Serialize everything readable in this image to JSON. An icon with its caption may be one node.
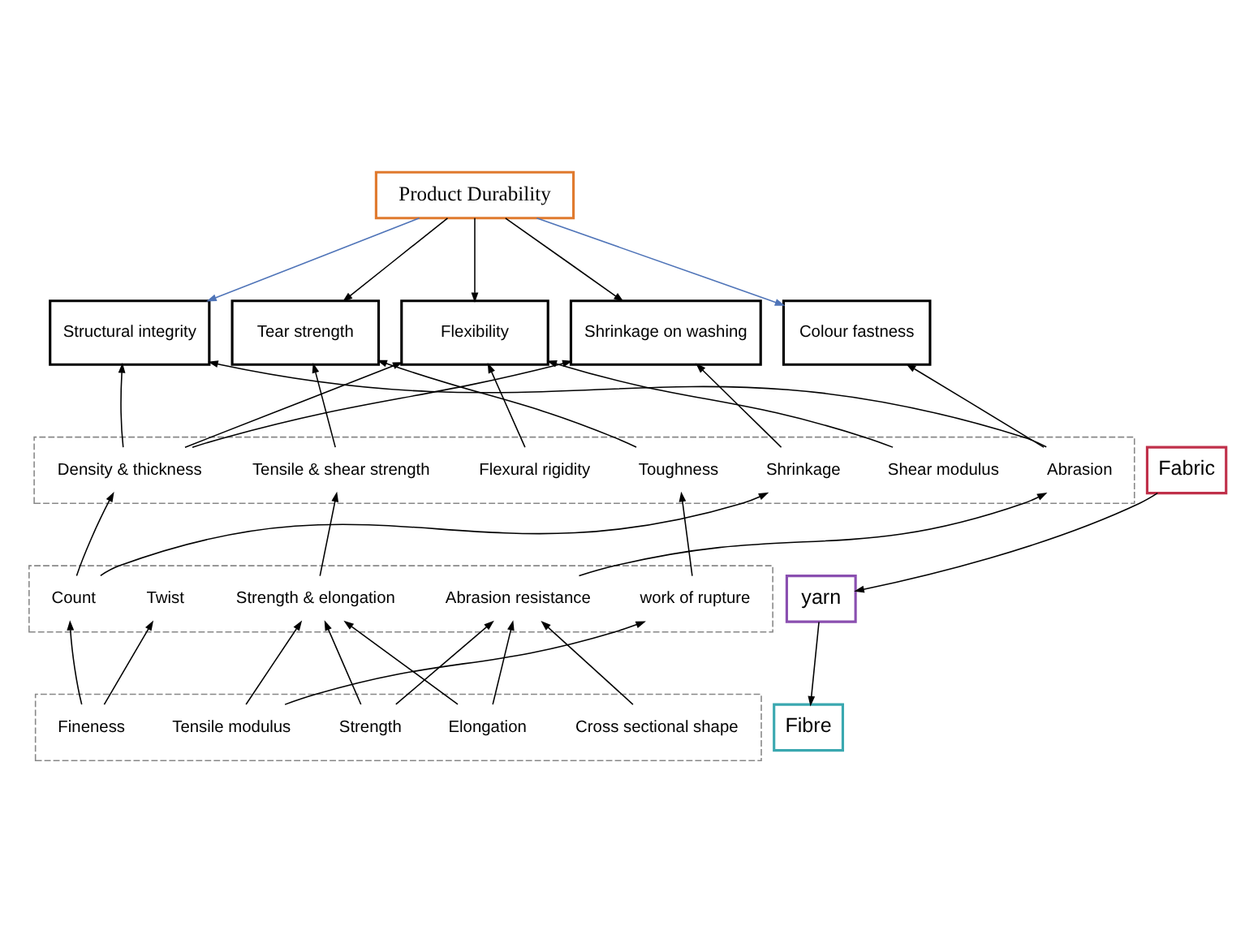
{
  "diagram": {
    "nodes": [
      {
        "text": [
          "Product Durability"
        ]
      },
      {
        "text": [
          "Structural integrity"
        ]
      },
      {
        "text": [
          "Tear strength"
        ]
      },
      {
        "text": [
          "Flexibility"
        ]
      },
      {
        "text": [
          "Shrinkage on washing"
        ]
      },
      {
        "text": [
          "Colour fastness"
        ]
      },
      {
        "text": [
          "Fabric"
        ]
      },
      {
        "text": [],
        "shape": "box"
      },
      {
        "text": [
          "Density & thickness"
        ],
        "in": 7
      },
      {
        "text": [
          "Tensile & shear strength"
        ],
        "in": 7
      },
      {
        "text": [
          "Flexural rigidity"
        ],
        "in": 7
      },
      {
        "text": [
          "Toughness"
        ],
        "in": 7
      },
      {
        "text": [
          "Shrinkage"
        ],
        "in": 7
      },
      {
        "text": [
          "Shear modulus"
        ],
        "in": 7
      },
      {
        "text": [
          "Abrasion"
        ],
        "in": 7
      },
      {
        "text": [
          "yarn"
        ]
      },
      {
        "text": [],
        "shape": "box"
      },
      {
        "text": [
          "Count"
        ],
        "in": 16
      },
      {
        "text": [
          "Twist"
        ],
        "in": 16
      },
      {
        "text": [
          "Strength & elongation"
        ],
        "in": 16
      },
      {
        "text": [
          "Abrasion resistance"
        ],
        "in": 16
      },
      {
        "text": [
          "work of rupture"
        ],
        "in": 16
      },
      {
        "text": [
          "Fibre"
        ]
      },
      {
        "text": [],
        "shape": "box"
      },
      {
        "text": [
          "Fineness"
        ],
        "in": 23
      },
      {
        "text": [
          "Tensile modulus"
        ],
        "in": 23
      },
      {
        "text": [
          "Strength"
        ],
        "in": 23
      },
      {
        "text": [
          "Elongation"
        ],
        "in": 23
      },
      {
        "text": [
          "Cross sectional shape"
        ],
        "in": 23
      }
    ],
    "edges": [
      {
        "from": 0,
        "to": 1,
        "arrow": "to",
        "color": "#4f74b8"
      },
      {
        "from": 0,
        "to": 2,
        "arrow": "to"
      },
      {
        "from": 0,
        "to": 3,
        "arrow": "to"
      },
      {
        "from": 0,
        "to": 4,
        "arrow": "to"
      },
      {
        "from": 0,
        "to": 5,
        "arrow": "to",
        "color": "#4f74b8"
      },
      {
        "from": 8,
        "to": 1,
        "arrow": "to"
      },
      {
        "from": 8,
        "to": 3,
        "arrow": "to"
      },
      {
        "from": 8,
        "to": 4,
        "arrow": "to"
      },
      {
        "from": 9,
        "to": 2,
        "arrow": "to"
      },
      {
        "from": 10,
        "to": 3,
        "arrow": "to"
      },
      {
        "from": 11,
        "to": 2,
        "arrow": "to"
      },
      {
        "from": 12,
        "to": 4,
        "arrow": "to"
      },
      {
        "from": 13,
        "to": 3,
        "arrow": "to"
      },
      {
        "from": 14,
        "to": 1,
        "arrow": "to"
      },
      {
        "from": 14,
        "to": 5,
        "arrow": "to"
      },
      {
        "from": 17,
        "to": 8,
        "arrow": "to"
      },
      {
        "from": 17,
        "to": 12,
        "arrow": "to"
      },
      {
        "from": 19,
        "to": 9,
        "arrow": "to"
      },
      {
        "from": 20,
        "to": 14,
        "arrow": "to"
      },
      {
        "from": 21,
        "to": 11,
        "arrow": "to"
      },
      {
        "from": 24,
        "to": 17,
        "arrow": "to"
      },
      {
        "from": 24,
        "to": 18,
        "arrow": "to"
      },
      {
        "from": 25,
        "to": 19,
        "arrow": "to"
      },
      {
        "from": 25,
        "to": 21,
        "arrow": "to"
      },
      {
        "from": 26,
        "to": 19,
        "arrow": "to"
      },
      {
        "from": 26,
        "to": 20,
        "arrow": "to"
      },
      {
        "from": 27,
        "to": 19,
        "arrow": "to"
      },
      {
        "from": 27,
        "to": 20,
        "arrow": "to"
      },
      {
        "from": 28,
        "to": 20,
        "arrow": "to"
      },
      {
        "from": 6,
        "to": 15,
        "arrow": "to"
      },
      {
        "from": 15,
        "to": 22,
        "arrow": "to"
      }
    ]
  }
}
